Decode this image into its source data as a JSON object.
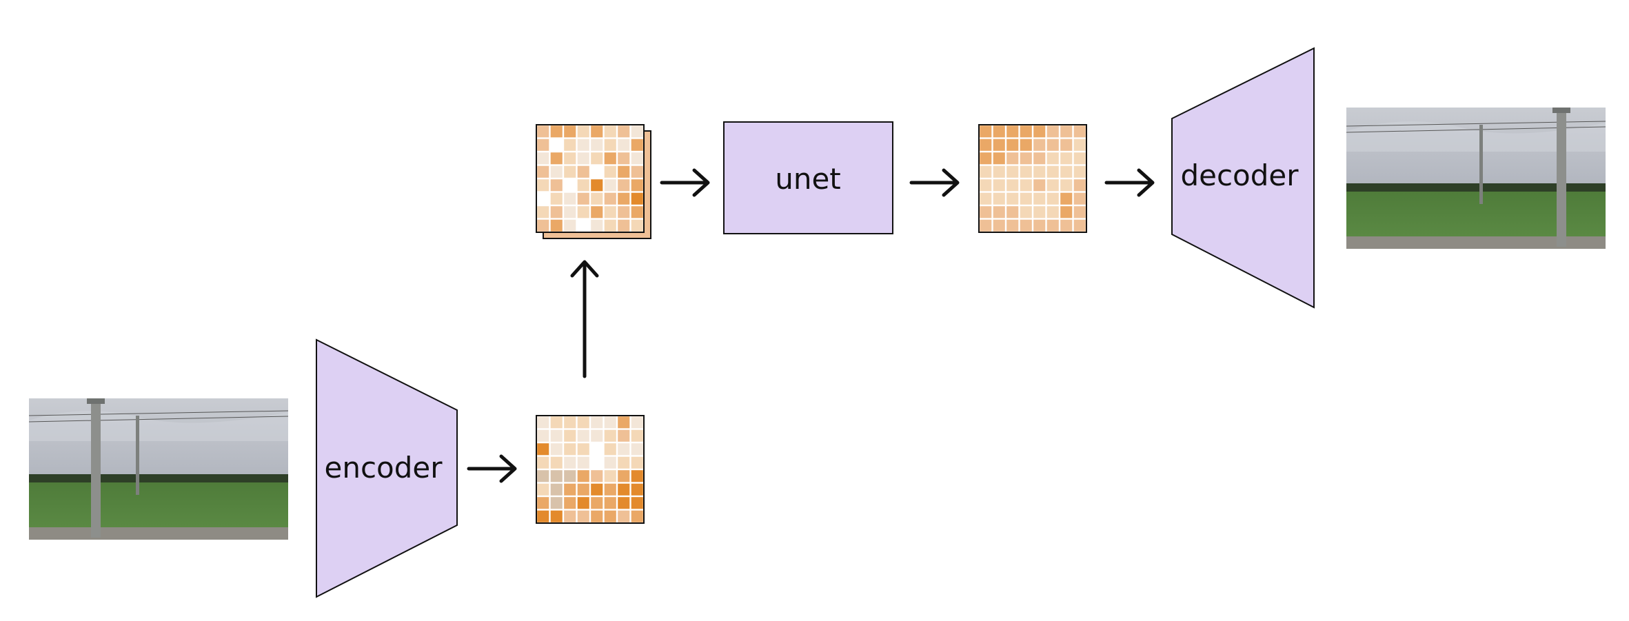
{
  "labels": {
    "encoder": "encoder",
    "unet": "unet",
    "decoder": "decoder"
  },
  "colors": {
    "block_fill": "#ddd0f3",
    "stroke": "#111111",
    "palette": [
      "#ffffff",
      "#f3e6d8",
      "#f4d8b7",
      "#efc096",
      "#eaa866",
      "#e38a2c",
      "#c8732d",
      "#d8c2aa"
    ]
  },
  "latents": {
    "encoded": [
      [
        1,
        2,
        2,
        2,
        1,
        1,
        4,
        1
      ],
      [
        1,
        1,
        2,
        1,
        1,
        2,
        3,
        2
      ],
      [
        5,
        1,
        2,
        2,
        0,
        2,
        1,
        1
      ],
      [
        2,
        2,
        1,
        1,
        0,
        1,
        2,
        2
      ],
      [
        7,
        7,
        7,
        4,
        3,
        2,
        4,
        5
      ],
      [
        2,
        7,
        4,
        4,
        5,
        4,
        5,
        5
      ],
      [
        4,
        7,
        4,
        5,
        4,
        4,
        5,
        5
      ],
      [
        5,
        5,
        3,
        3,
        4,
        4,
        3,
        4
      ]
    ],
    "noisy": [
      [
        3,
        4,
        4,
        2,
        4,
        2,
        3,
        1
      ],
      [
        3,
        0,
        2,
        1,
        1,
        2,
        1,
        4
      ],
      [
        1,
        4,
        2,
        1,
        2,
        4,
        3,
        1
      ],
      [
        3,
        1,
        2,
        3,
        0,
        2,
        4,
        3
      ],
      [
        2,
        3,
        0,
        2,
        5,
        1,
        3,
        4
      ],
      [
        0,
        2,
        1,
        3,
        2,
        3,
        4,
        5
      ],
      [
        2,
        3,
        1,
        2,
        4,
        2,
        3,
        4
      ],
      [
        3,
        4,
        1,
        0,
        1,
        2,
        3,
        2
      ]
    ],
    "denoised": [
      [
        4,
        4,
        4,
        4,
        4,
        3,
        3,
        3
      ],
      [
        4,
        4,
        4,
        4,
        3,
        3,
        3,
        2
      ],
      [
        4,
        4,
        3,
        3,
        3,
        2,
        2,
        2
      ],
      [
        2,
        2,
        2,
        2,
        2,
        2,
        2,
        2
      ],
      [
        2,
        2,
        2,
        2,
        3,
        2,
        2,
        3
      ],
      [
        2,
        2,
        2,
        2,
        2,
        2,
        4,
        3
      ],
      [
        3,
        3,
        3,
        2,
        2,
        2,
        4,
        3
      ],
      [
        3,
        3,
        3,
        3,
        3,
        3,
        3,
        3
      ]
    ]
  }
}
